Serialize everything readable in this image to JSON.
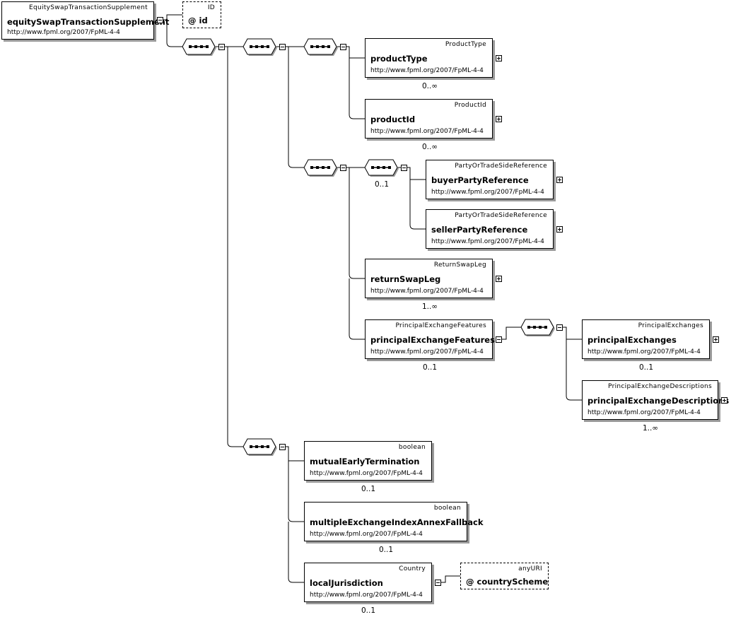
{
  "namespace": "http://www.fpml.org/2007/FpML-4-4",
  "root": {
    "type": "EquitySwapTransactionSupplement",
    "name": "equitySwapTransactionSupplement"
  },
  "root_attribute": {
    "type": "ID",
    "name": "@  id"
  },
  "elements": {
    "productType": {
      "type": "ProductType",
      "name": "productType",
      "cardinality": "0..∞"
    },
    "productId": {
      "type": "ProductId",
      "name": "productId",
      "cardinality": "0..∞"
    },
    "buyerPartyReference": {
      "type": "PartyOrTradeSideReference",
      "name": "buyerPartyReference"
    },
    "sellerPartyReference": {
      "type": "PartyOrTradeSideReference",
      "name": "sellerPartyReference"
    },
    "returnSwapLeg": {
      "type": "ReturnSwapLeg",
      "name": "returnSwapLeg",
      "cardinality": "1..∞"
    },
    "principalExchangeFeatures": {
      "type": "PrincipalExchangeFeatures",
      "name": "principalExchangeFeatures",
      "cardinality": "0..1"
    },
    "principalExchanges": {
      "type": "PrincipalExchanges",
      "name": "principalExchanges",
      "cardinality": "0..1"
    },
    "principalExchangeDescriptions": {
      "type": "PrincipalExchangeDescriptions",
      "name": "principalExchangeDescriptions",
      "cardinality": "1..∞"
    },
    "mutualEarlyTermination": {
      "type": "boolean",
      "name": "mutualEarlyTermination",
      "cardinality": "0..1"
    },
    "multipleExchangeIndexAnnexFallback": {
      "type": "boolean",
      "name": "multipleExchangeIndexAnnexFallback",
      "cardinality": "0..1"
    },
    "localJurisdiction": {
      "type": "Country",
      "name": "localJurisdiction",
      "cardinality": "0..1"
    }
  },
  "local_jurisdiction_attribute": {
    "type": "anyURI",
    "name": "@  countryScheme"
  },
  "buyer_seller_sequence_cardinality": "0..1"
}
